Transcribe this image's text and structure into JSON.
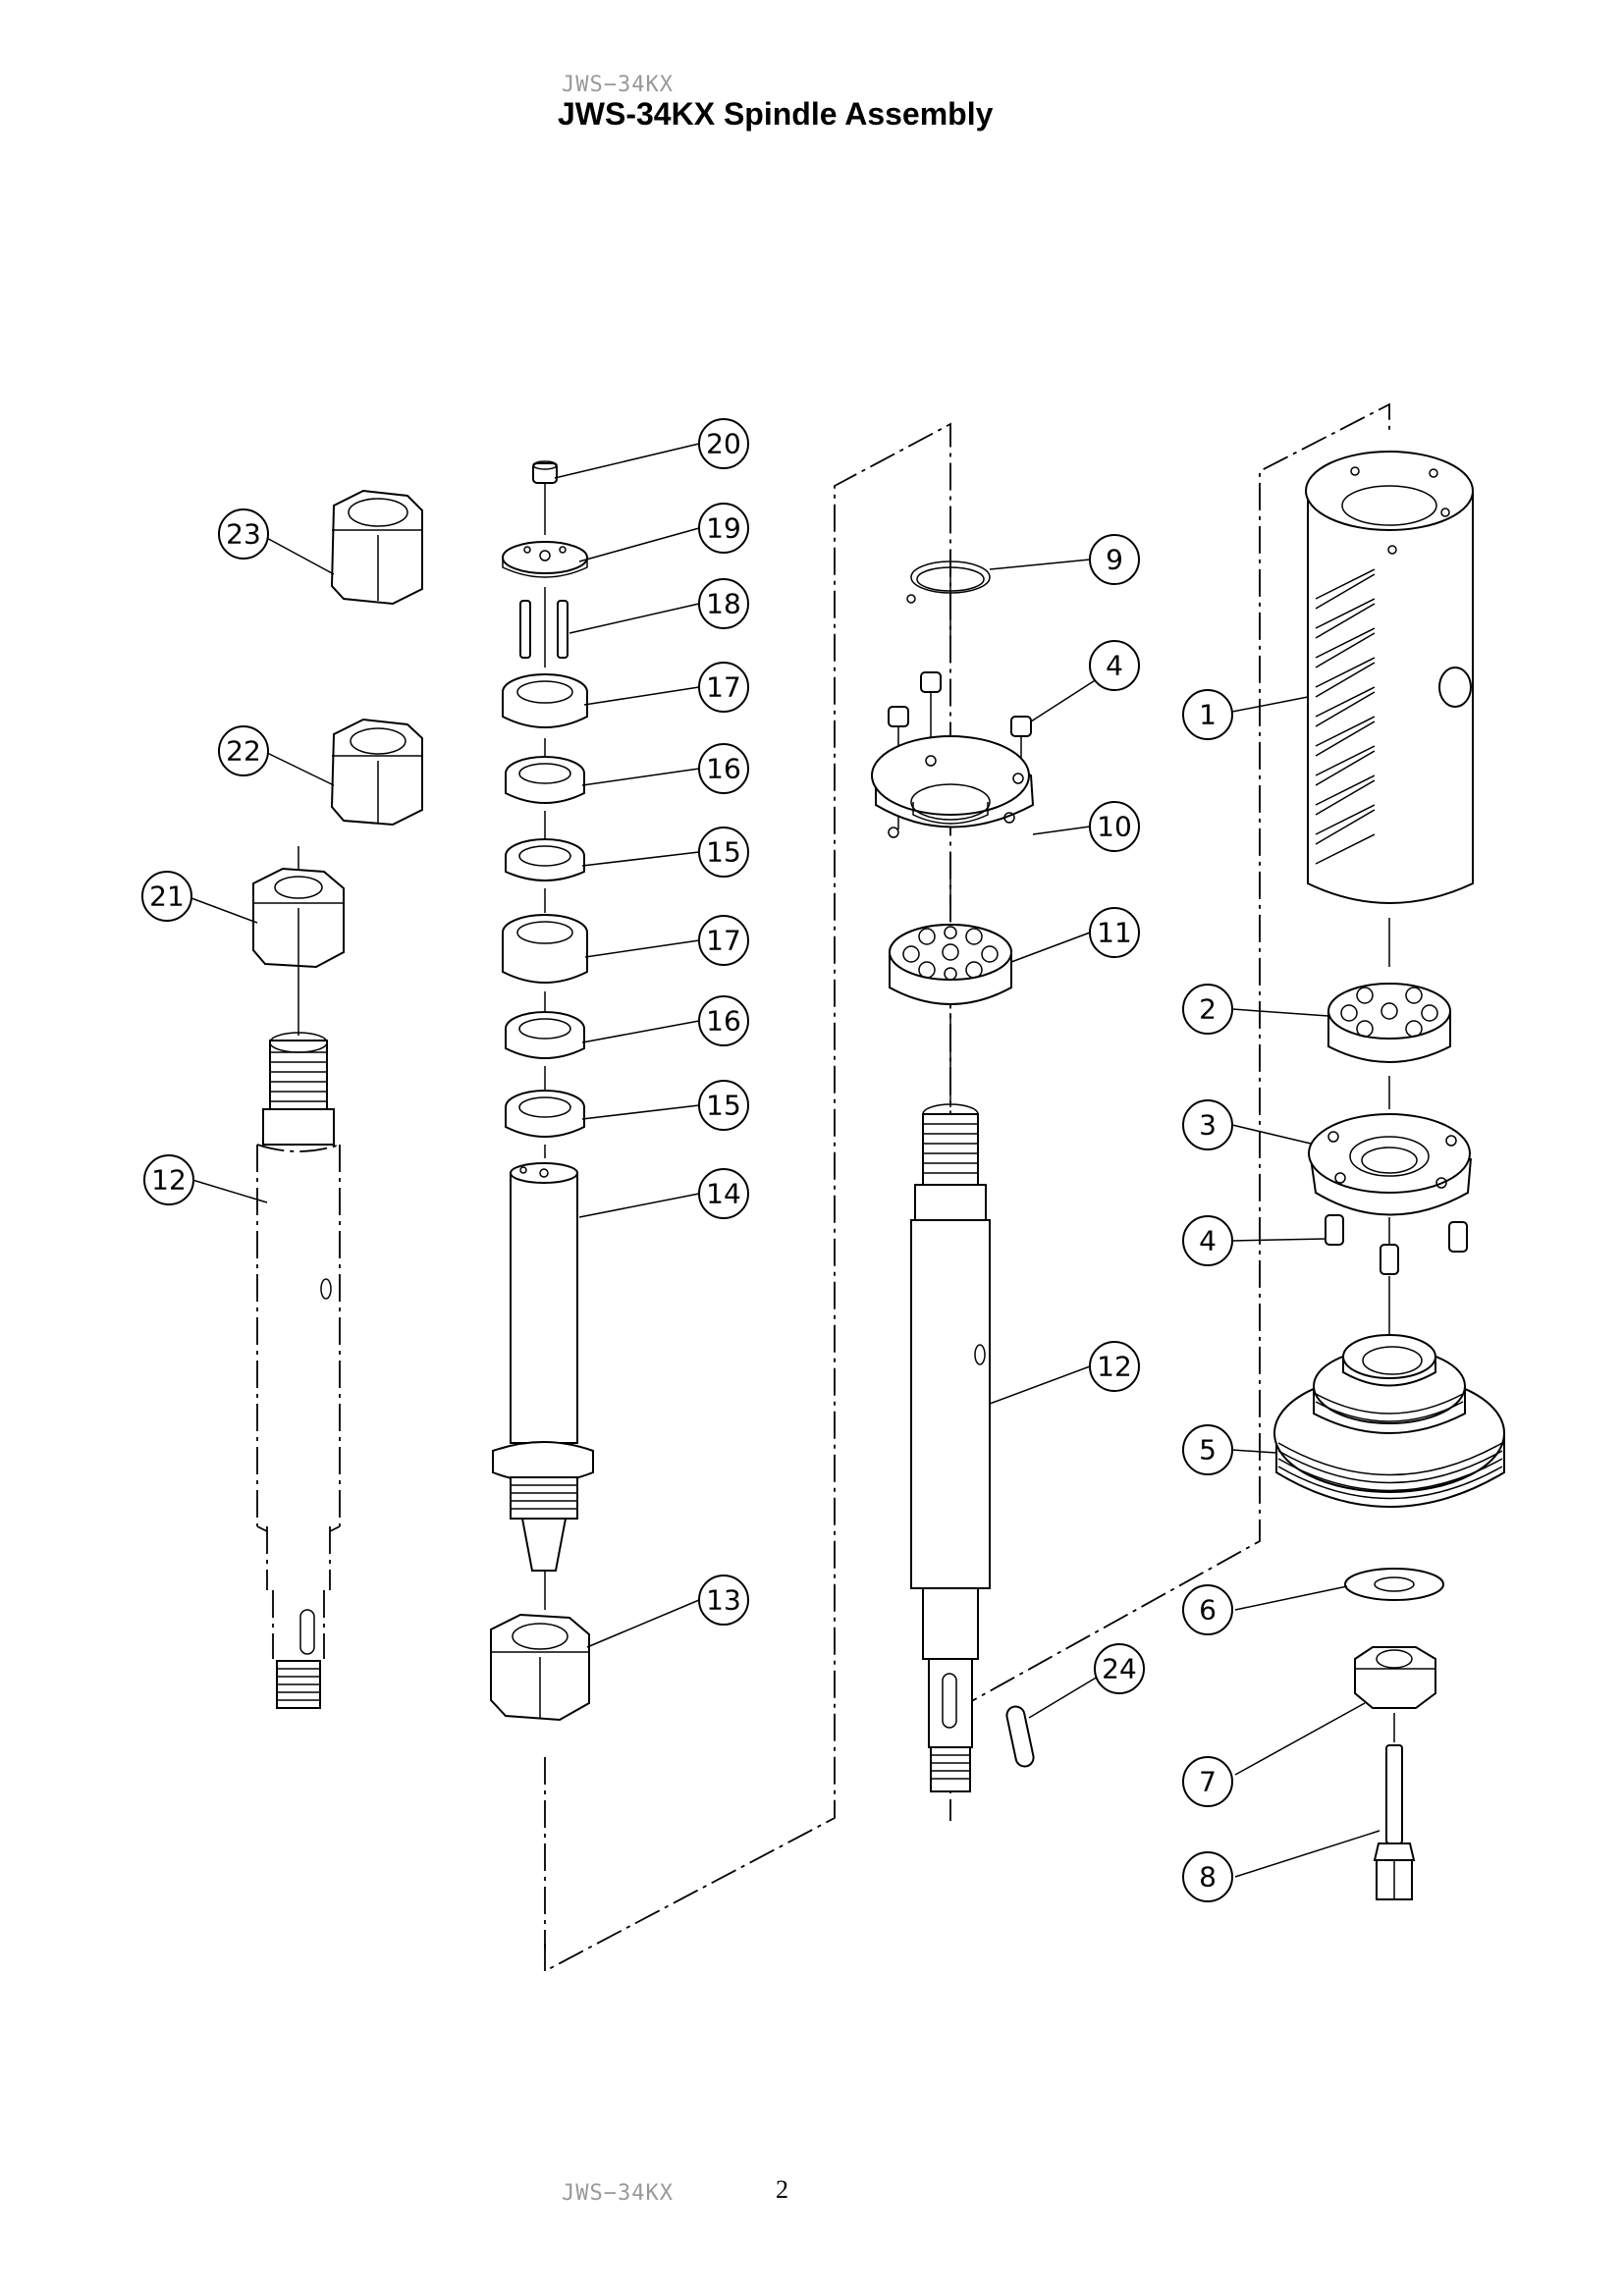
{
  "header": {
    "model_small": "JWS−34KX",
    "title": "JWS-34KX Spindle Assembly"
  },
  "footer": {
    "model": "JWS−34KX",
    "page_number": "2"
  },
  "callouts": [
    {
      "id": "c20",
      "label": "20"
    },
    {
      "id": "c19",
      "label": "19"
    },
    {
      "id": "c18",
      "label": "18"
    },
    {
      "id": "c17a",
      "label": "17"
    },
    {
      "id": "c16a",
      "label": "16"
    },
    {
      "id": "c15a",
      "label": "15"
    },
    {
      "id": "c17b",
      "label": "17"
    },
    {
      "id": "c16b",
      "label": "16"
    },
    {
      "id": "c15b",
      "label": "15"
    },
    {
      "id": "c14",
      "label": "14"
    },
    {
      "id": "c13",
      "label": "13"
    },
    {
      "id": "c23",
      "label": "23"
    },
    {
      "id": "c22",
      "label": "22"
    },
    {
      "id": "c21",
      "label": "21"
    },
    {
      "id": "c12a",
      "label": "12"
    },
    {
      "id": "c9",
      "label": "9"
    },
    {
      "id": "c4a",
      "label": "4"
    },
    {
      "id": "c10",
      "label": "10"
    },
    {
      "id": "c11",
      "label": "11"
    },
    {
      "id": "c12b",
      "label": "12"
    },
    {
      "id": "c24",
      "label": "24"
    },
    {
      "id": "c1",
      "label": "1"
    },
    {
      "id": "c2",
      "label": "2"
    },
    {
      "id": "c3",
      "label": "3"
    },
    {
      "id": "c4b",
      "label": "4"
    },
    {
      "id": "c5",
      "label": "5"
    },
    {
      "id": "c6",
      "label": "6"
    },
    {
      "id": "c7",
      "label": "7"
    },
    {
      "id": "c8",
      "label": "8"
    }
  ]
}
